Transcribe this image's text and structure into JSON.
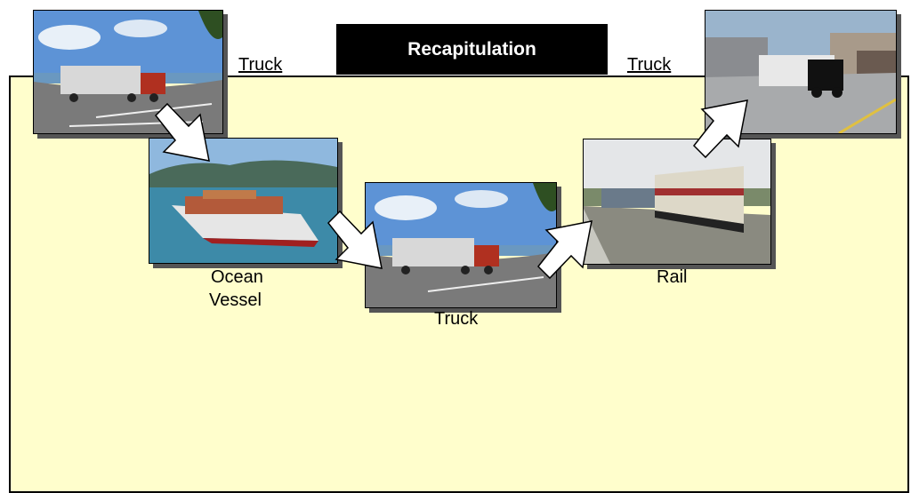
{
  "title": "Recapitulation",
  "labels": {
    "truck_left": "Truck",
    "truck_right": "Truck",
    "ocean_vessel_line1": "Ocean",
    "ocean_vessel_line2": "Vessel",
    "truck_center": "Truck",
    "rail": "Rail"
  },
  "colors": {
    "panel_background": "#fffecc",
    "title_background": "#000000",
    "title_text": "#ffffff"
  }
}
